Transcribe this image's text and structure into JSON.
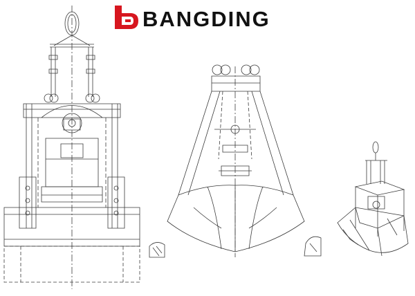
{
  "brand": {
    "name": "BANGDING",
    "logo_icon": "bangding-bd-logo",
    "accent_color": "#d7161f",
    "text_color": "#111111"
  },
  "diagram": {
    "views": [
      {
        "name": "front-elevation"
      },
      {
        "name": "side-elevation"
      },
      {
        "name": "isometric-view"
      }
    ],
    "line_color": "#3a3a3a"
  }
}
